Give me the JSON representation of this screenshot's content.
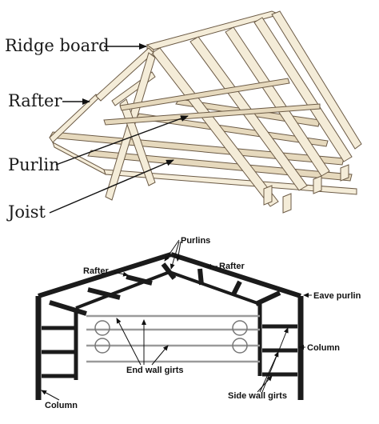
{
  "top_diagram": {
    "labels": {
      "ridge_board": "Ridge board",
      "rafter": "Rafter",
      "purlin": "Purlin",
      "joist": "Joist"
    }
  },
  "bottom_diagram": {
    "labels": {
      "purlins": "Purlins",
      "rafter_left": "Rafter",
      "rafter_right": "Rafter",
      "eave_purlin": "Eave purlin",
      "column_right": "Column",
      "end_wall_girts": "End wall girts",
      "side_wall_girts": "Side wall girts",
      "column_left": "Column"
    }
  },
  "colors": {
    "timber_fill": "#f4ecd8",
    "timber_outline": "#6b5a45",
    "steel": "#1b1b1b",
    "arrow": "#111111"
  }
}
